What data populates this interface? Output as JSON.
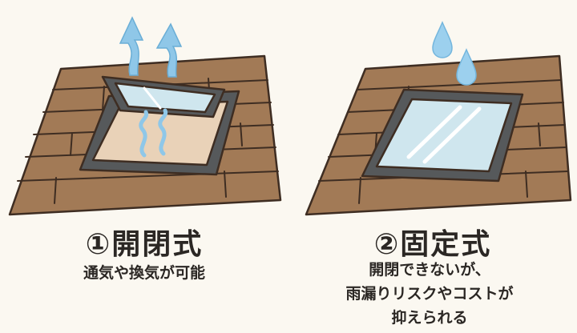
{
  "left": {
    "title": "①開閉式",
    "description": [
      "通気や換気が可能"
    ]
  },
  "right": {
    "title": "②固定式",
    "description": [
      "開閉できないが、",
      "雨漏りリスクやコストが",
      "抑えられる"
    ]
  },
  "colors": {
    "roof": "#a27a56",
    "roof_line": "#3e2d22",
    "frame": "#56595b",
    "glass": "#cfe6ee",
    "air_arrow": "#8fc7e8",
    "rain_drop": "#9cd0ee",
    "interior": "#e9d2b8",
    "background": "#fbf8f1"
  },
  "icons": [
    "up-arrow-icon",
    "air-flow-icon",
    "rain-drop-icon"
  ]
}
